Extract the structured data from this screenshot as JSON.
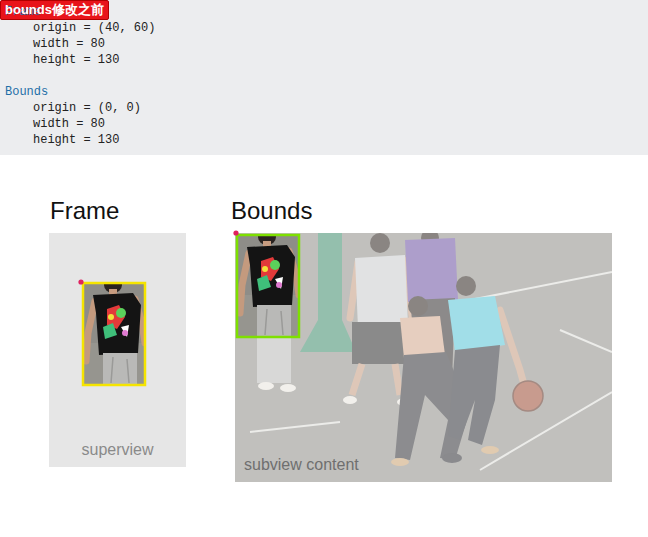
{
  "diagram": {
    "nodes": [
      {
        "text": [
          "Frame",
          "origin = (40, 60)",
          "width = 80",
          "height = 130",
          "Bounds",
          "origin = (0, 0)",
          "width = 80",
          "height = 130"
        ]
      },
      {
        "text": [
          "Frame",
          "superview"
        ]
      },
      {
        "text": [
          "Bounds",
          "subview content"
        ]
      },
      {
        "text": [
          "bounds修改之前"
        ]
      }
    ]
  }
}
